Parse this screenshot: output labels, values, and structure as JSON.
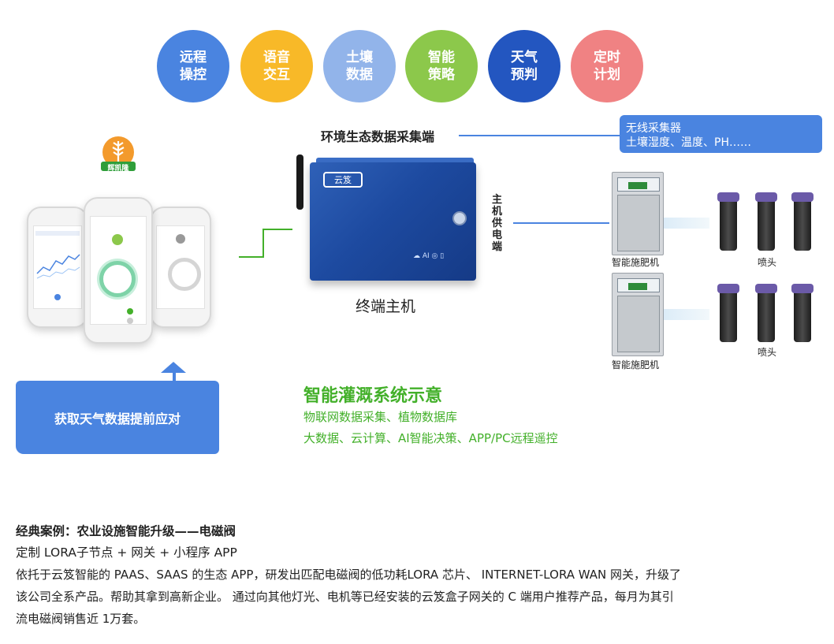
{
  "features": [
    {
      "label": "远程\n操控",
      "color": "#4a84e0"
    },
    {
      "label": "语音\n交互",
      "color": "#f8b928"
    },
    {
      "label": "土壤\n数据",
      "color": "#92b4ea"
    },
    {
      "label": "智能\n策略",
      "color": "#8cc84b"
    },
    {
      "label": "天气\n预判",
      "color": "#2356c0"
    },
    {
      "label": "定时\n计划",
      "color": "#f08283"
    }
  ],
  "brand": {
    "logo_text": "辉凯隆"
  },
  "collector": {
    "title": "环境生态数据采集端",
    "box_line1": "无线采集器",
    "box_line2": "土壤湿度、温度、PH……"
  },
  "host": {
    "logo_text": "云笈",
    "label": "终端主机",
    "icons_text": "☁ AI ◎ ▯"
  },
  "power_label": "主\n机\n供\n电\n端",
  "machines": [
    {
      "label": "智能施肥机",
      "nozzle_label": "喷头"
    },
    {
      "label": "智能施肥机",
      "nozzle_label": "喷头"
    }
  ],
  "weather": {
    "label": "获取天气数据提前应对"
  },
  "system": {
    "title": "智能灌溉系统示意",
    "line1": "物联网数据采集、植物数据库",
    "line2": "大数据、云计算、AI智能决策、APP/PC远程遥控"
  },
  "case": {
    "title": "经典案例：农业设施智能升级——电磁阀",
    "subtitle": "定制 LORA子节点 + 网关 + 小程序 APP",
    "para_line1": "依托于云笈智能的 PAAS、SAAS 的生态 APP，研发出匹配电磁阀的低功耗LORA 芯片、 INTERNET-LORA WAN 网关，升级了",
    "para_line2": "该公司全系产品。帮助其拿到高新企业。 通过向其他灯光、电机等已经安装的云笈盒子网关的 C 端用户推荐产品，每月为其引",
    "para_line3": "流电磁阀销售近 1万套。"
  },
  "colors": {
    "blue": "#4a84e0",
    "green": "#43b02a",
    "dark_blue": "#1d4aa0"
  }
}
